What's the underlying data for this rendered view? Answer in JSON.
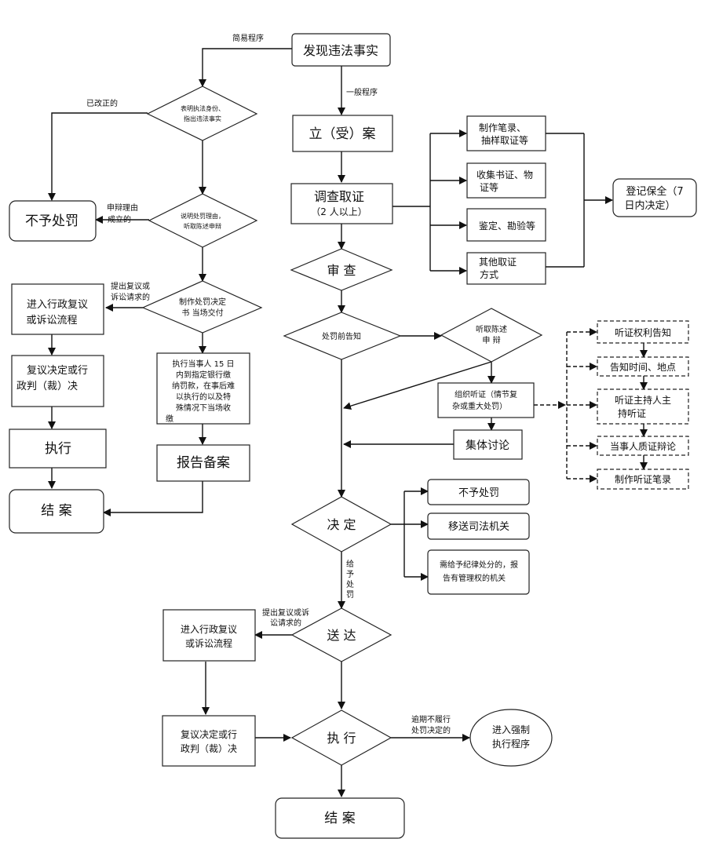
{
  "top": {
    "discover": "发现违法事实",
    "simple_label": "简易程序",
    "general_label": "一般程序"
  },
  "simple": {
    "d_identity_1": "表明执法身份、",
    "d_identity_2": "指出违法事实",
    "corrected_label": "已改正的",
    "no_penalty": "不予处罚",
    "defense_label_1": "申辩理由",
    "defense_label_2": "成立的",
    "d_explain_1": "说明处罚理由，",
    "d_explain_2": "听取陈述申辩",
    "d_decision_1": "制作处罚决定",
    "d_decision_2": "书  当场交付",
    "review_label_1": "提出复议或",
    "review_label_2": "诉讼请求的",
    "review_flow_1": "进入行政复议",
    "review_flow_2": "或诉讼流程",
    "review_result_1": "复议决定或行",
    "review_result_2": "政判（裁）决",
    "execute": "执行",
    "pay_1": "执行当事人 15 日",
    "pay_2": "内到指定银行缴",
    "pay_3": "纳罚款，在事后难",
    "pay_4": "以执行的以及特",
    "pay_5": "殊情况下当场收",
    "pay_6": "缴",
    "report": "报告备案",
    "close": "结  案"
  },
  "general": {
    "register": "立（受）案",
    "investigate_1": "调查取证",
    "investigate_2": "（2 人以上）",
    "evidence_1a": "制作笔录、",
    "evidence_1b": "抽样取证等",
    "evidence_2a": "收集书证、物",
    "evidence_2b": "证等",
    "evidence_3": "鉴定、勘验等",
    "evidence_4a": "其他取证",
    "evidence_4b": "方式",
    "preserve_1": "登记保全（7",
    "preserve_2": "日内决定）",
    "review": "审  查",
    "notice": "处罚前告知",
    "hear_1": "听取陈述",
    "hear_2": "申  辩",
    "hearing_1": "组织听证（情节复",
    "hearing_2": "杂或重大处罚）",
    "collective": "集体讨论",
    "decide": "决  定",
    "outcome_1": "不予处罚",
    "outcome_2": "移送司法机关",
    "outcome_3a": "需给予纪律处分的，报",
    "outcome_3b": "告有管理权的机关",
    "penalty_label": [
      "给",
      "予",
      "处",
      "罚"
    ],
    "deliver": "送  达",
    "review_label_1": "提出复议或诉",
    "review_label_2": "讼请求的",
    "review_flow_1": "进入行政复议",
    "review_flow_2": "或诉讼流程",
    "review_result_1": "复议决定或行",
    "review_result_2": "政判（裁）决",
    "execute": "执  行",
    "overdue_1": "逾期不履行",
    "overdue_2": "处罚决定的",
    "enforce_1": "进入强制",
    "enforce_2": "执行程序",
    "close": "结  案"
  },
  "hearing_steps": [
    "听证权利告知",
    "告知时间、地点",
    "听证主持人主",
    "持听证",
    "当事人质证辩论",
    "制作听证笔录"
  ]
}
